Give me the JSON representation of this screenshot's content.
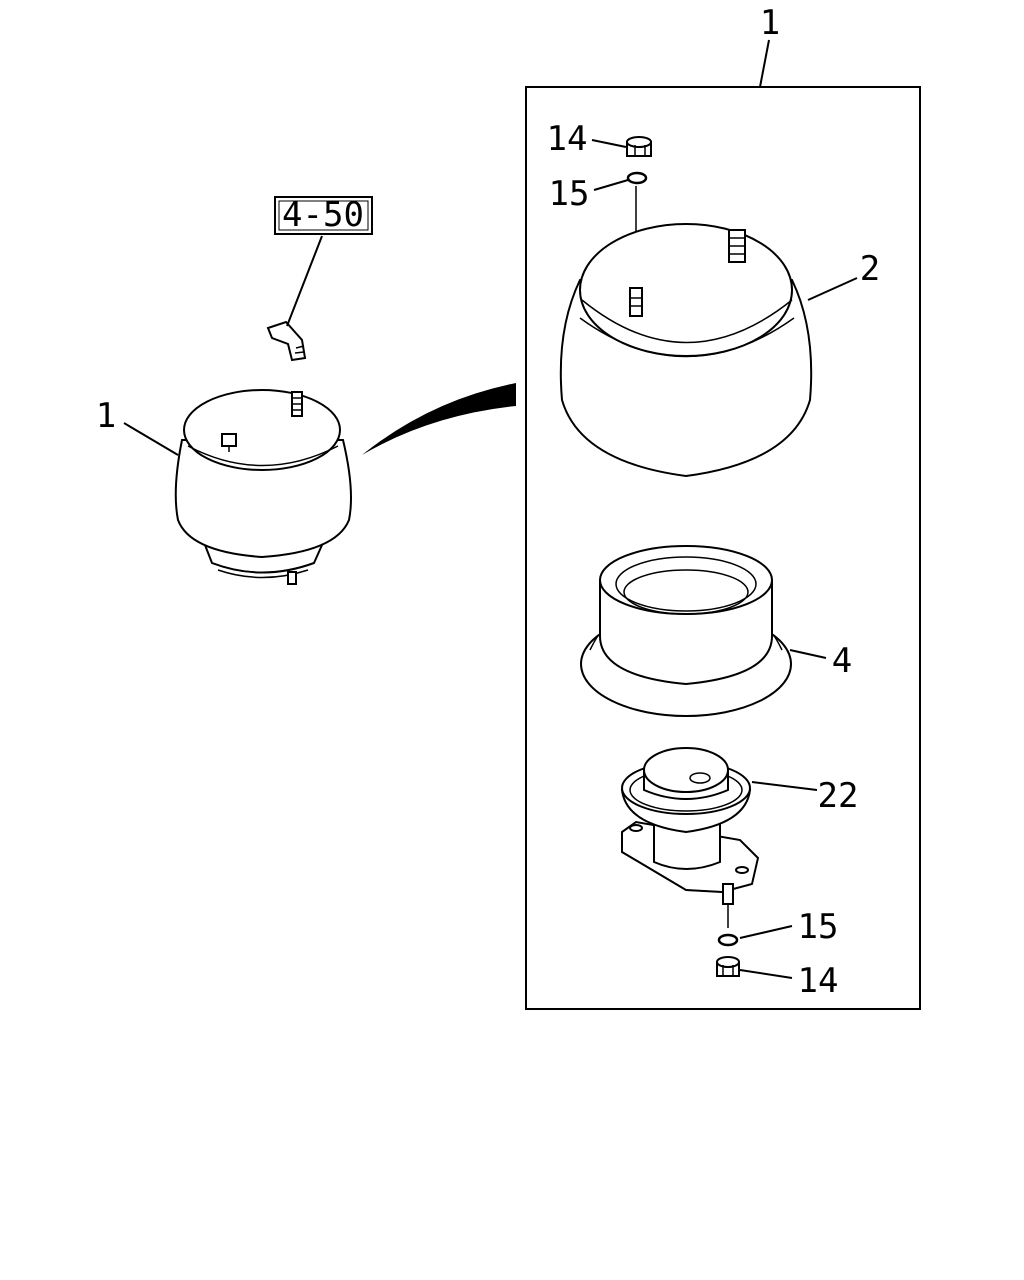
{
  "callouts": {
    "main_assembly_left": "1",
    "main_assembly_top": "1",
    "ref_box": "4-50",
    "nut_top": "14",
    "washer_top": "15",
    "bellows": "2",
    "ring": "4",
    "piston": "22",
    "washer_bottom": "15",
    "nut_bottom": "14"
  },
  "colors": {
    "line": "#000000",
    "background": "#ffffff"
  }
}
